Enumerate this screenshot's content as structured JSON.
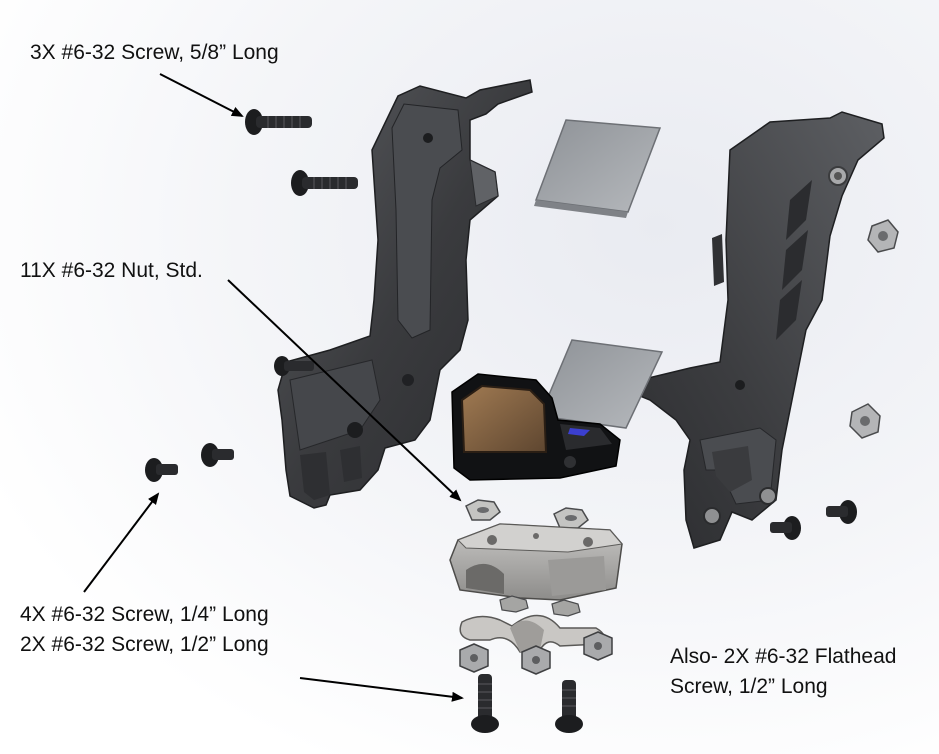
{
  "callouts": {
    "screw_58": "3X #6-32 Screw, 5/8” Long",
    "nut_std": "11X #6-32 Nut, Std.",
    "screw_14": "4X #6-32 Screw, 1/4” Long",
    "screw_12": "2X #6-32 Screw, 1/2” Long",
    "flathead_line1": "Also- 2X #6-32 Flathead",
    "flathead_line2": "Screw, 1/2” Long"
  },
  "colors": {
    "housing_dark": "#3a3b3e",
    "housing_mid": "#55575b",
    "housing_light": "#7a7c80",
    "metal": "#a9a8a6",
    "glass": "#9c9fa4",
    "lens": "#8a6a4a",
    "arrow": "#000000"
  }
}
